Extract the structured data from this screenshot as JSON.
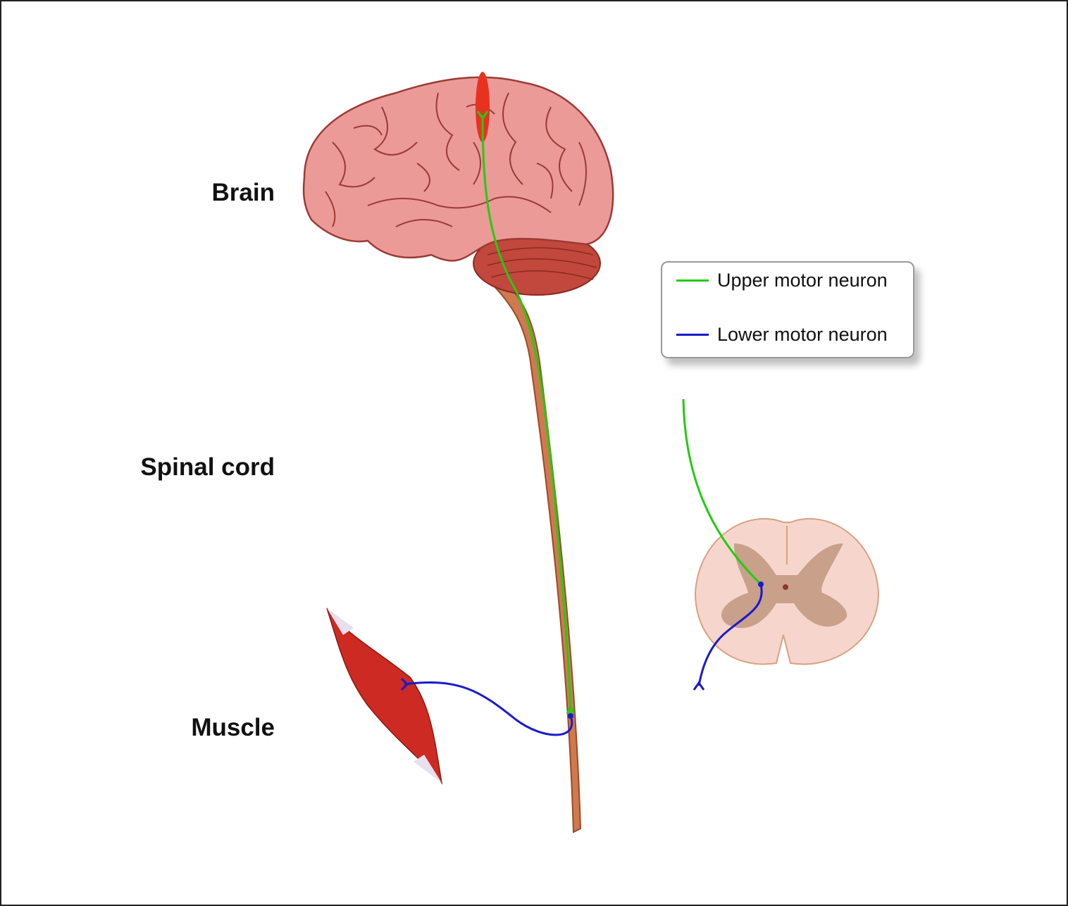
{
  "labels": {
    "brain": "Brain",
    "spinal_cord": "Spinal cord",
    "muscle": "Muscle"
  },
  "legend": {
    "items": [
      {
        "label": "Upper motor neuron",
        "color": "#22cc11"
      },
      {
        "label": "Lower motor neuron",
        "color": "#1a1acc"
      }
    ]
  },
  "colors": {
    "brain": "#eb9a98",
    "brain_outline": "#9c3a35",
    "cerebellum": "#c2473c",
    "spinal_cord": "#cf7a4e",
    "motor_cortex": "#e8321f",
    "muscle": "#cc2a22",
    "gray_matter": "#c9a08a",
    "white_matter": "#f6d6cc"
  }
}
